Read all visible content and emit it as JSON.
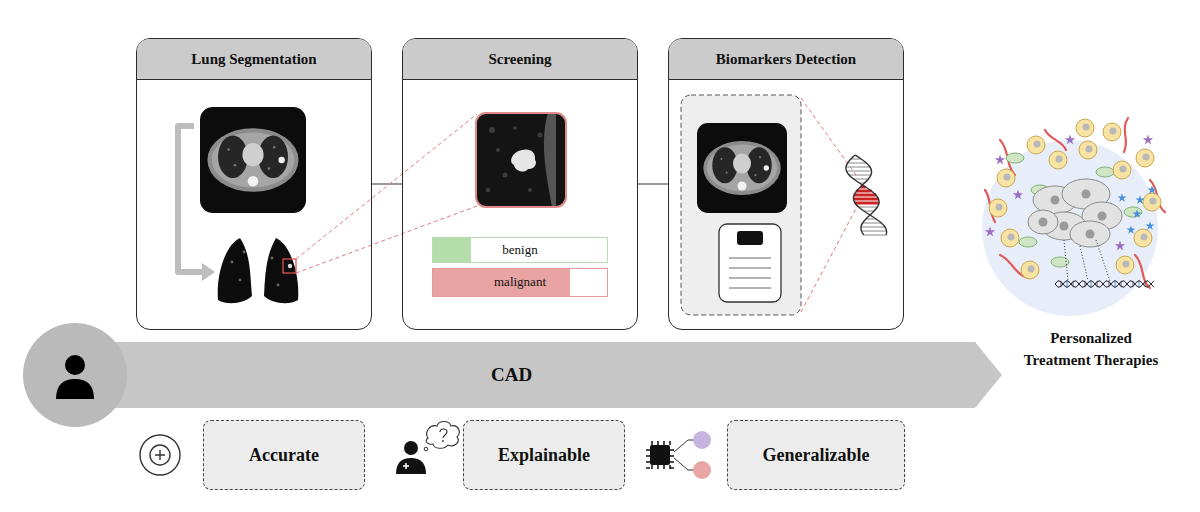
{
  "diagram": {
    "nodes": [
      {
        "text": [
          "Lung Segmentation"
        ]
      },
      {
        "text": [
          "Screening"
        ]
      },
      {
        "text": [
          "benign"
        ],
        "in": 1
      },
      {
        "text": [
          "malignant"
        ],
        "in": 1
      },
      {
        "text": [
          "Biomarkers Detection"
        ]
      },
      {
        "text": [
          "CAD"
        ]
      },
      {
        "text": [
          "Accurate"
        ]
      },
      {
        "text": [
          "Explainable"
        ]
      },
      {
        "text": [
          "Generalizable"
        ]
      }
    ],
    "edges": [
      {
        "from": 0,
        "to": 1,
        "arrow": "none"
      },
      {
        "from": 1,
        "to": 4,
        "arrow": "none"
      }
    ],
    "labels": [
      "Personalized Treatment Therapies"
    ]
  }
}
